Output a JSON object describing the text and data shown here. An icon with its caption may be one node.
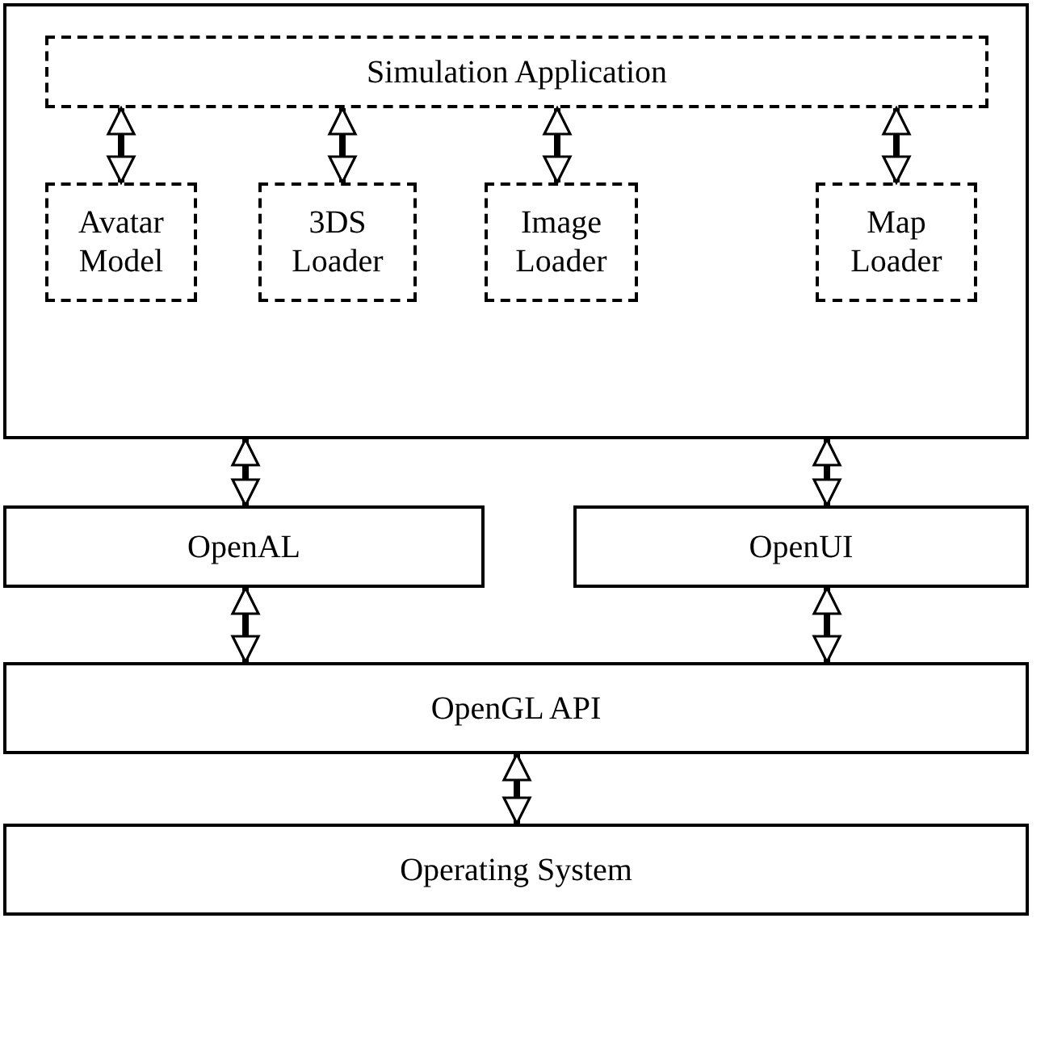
{
  "diagram": {
    "nodes": [
      {
        "text": [],
        "shape": "box"
      },
      {
        "text": [
          "Simulation Application"
        ],
        "in": 0
      },
      {
        "text": [
          "Avatar Model"
        ],
        "in": 0
      },
      {
        "text": [
          "3DS Loader"
        ],
        "in": 0
      },
      {
        "text": [
          "Image Loader"
        ],
        "in": 0
      },
      {
        "text": [
          "Map Loader"
        ],
        "in": 0
      },
      {
        "text": [
          "OpenAL"
        ]
      },
      {
        "text": [
          "OpenUI"
        ]
      },
      {
        "text": [
          "OpenGL API"
        ]
      },
      {
        "text": [
          "Operating System"
        ]
      }
    ],
    "edges": [
      {
        "from": 1,
        "to": 2,
        "arrow": "both"
      },
      {
        "from": 1,
        "to": 3,
        "arrow": "both"
      },
      {
        "from": 1,
        "to": 4,
        "arrow": "both"
      },
      {
        "from": 1,
        "to": 5,
        "arrow": "both"
      },
      {
        "from": 0,
        "to": 6,
        "arrow": "both"
      },
      {
        "from": 0,
        "to": 7,
        "arrow": "both"
      },
      {
        "from": 6,
        "to": 8,
        "arrow": "both"
      },
      {
        "from": 7,
        "to": 8,
        "arrow": "both"
      },
      {
        "from": 8,
        "to": 9,
        "arrow": "both"
      }
    ]
  }
}
